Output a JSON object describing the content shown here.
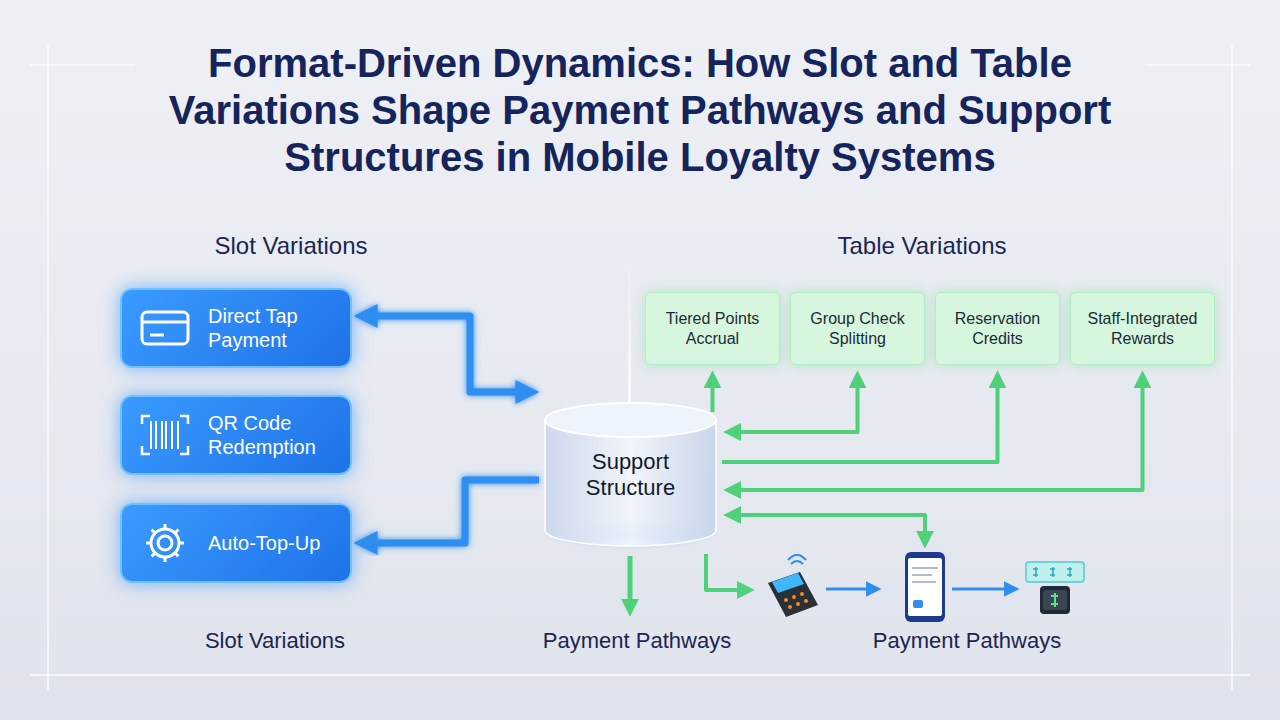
{
  "diagram": {
    "title": "Format-Driven Dynamics: How Slot and Table Variations Shape Payment Pathways and Support Structures in Mobile Loyalty Systems",
    "nodes": [
      {
        "text": [
          "Direct Tap Payment"
        ]
      },
      {
        "text": [
          "QR Code Redemption"
        ]
      },
      {
        "text": [
          "Auto-Top-Up"
        ]
      },
      {
        "text": [
          "Support Structure"
        ]
      },
      {
        "text": [
          "Tiered Points Accrual"
        ]
      },
      {
        "text": [
          "Group Check Splitting"
        ]
      },
      {
        "text": [
          "Reservation Credits"
        ]
      },
      {
        "text": [
          "Staff-Integrated Rewards"
        ]
      }
    ],
    "edges": [
      {
        "from": 3,
        "to": 0,
        "arrow": "both"
      },
      {
        "from": 3,
        "to": 1,
        "arrow": "to"
      },
      {
        "from": 3,
        "to": 2,
        "arrow": "to"
      },
      {
        "from": 3,
        "to": 4,
        "arrow": "to"
      },
      {
        "from": 5,
        "to": 3,
        "arrow": "both"
      },
      {
        "from": 3,
        "to": 6,
        "arrow": "to"
      },
      {
        "from": 7,
        "to": 3,
        "arrow": "both"
      }
    ],
    "labels": [
      "Slot Variations",
      "Table Variations",
      "Slot Variations",
      "Payment Pathways",
      "Payment Pathways"
    ]
  }
}
